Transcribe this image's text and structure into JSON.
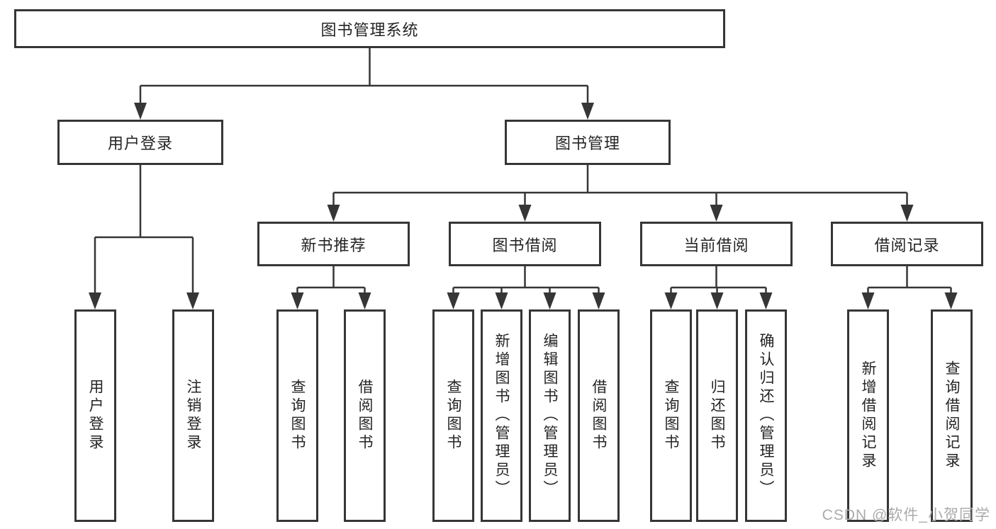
{
  "tree": {
    "root": "图书管理系统",
    "branches": [
      {
        "label": "用户登录",
        "leaves": [
          "用户登录",
          "注销登录"
        ]
      },
      {
        "label": "图书管理",
        "groups": [
          {
            "label": "新书推荐",
            "leaves": [
              "查询图书",
              "借阅图书"
            ]
          },
          {
            "label": "图书借阅",
            "leaves": [
              "查询图书",
              "新增图书（管理员）",
              "编辑图书（管理员）",
              "借阅图书"
            ]
          },
          {
            "label": "当前借阅",
            "leaves": [
              "查询图书",
              "归还图书",
              "确认归还（管理员）"
            ]
          },
          {
            "label": "借阅记录",
            "leaves": [
              "新增借阅记录",
              "查询借阅记录"
            ]
          }
        ]
      }
    ]
  },
  "watermark": "CSDN @软件_小贺同学",
  "colors": {
    "line": "#363636",
    "box_border": "#363636",
    "box_background": "#ffffff",
    "text": "#242424",
    "watermark": "#ababab",
    "background": "#ffffff"
  }
}
